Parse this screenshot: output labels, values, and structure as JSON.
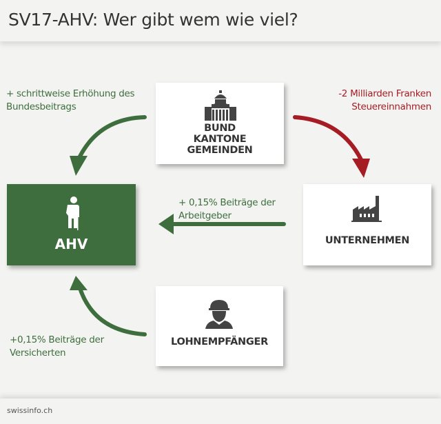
{
  "title": "SV17-AHV: Wer gibt wem wie viel?",
  "boxes": {
    "state": [
      "BUND",
      "KANTONE",
      "GEMEINDEN"
    ],
    "ahv": "AHV",
    "companies": "UNTERNEHMEN",
    "employees": "LOHNEMPFÄNGER"
  },
  "flows": {
    "federal_contribution": [
      "+ schrittweise Erhöhung des",
      "Bundesbeitrags"
    ],
    "tax_loss": [
      "-2 Milliarden Franken",
      "Steuereinnahmen"
    ],
    "employer_contribution": [
      "+ 0,15% Beiträge der",
      "Arbeitgeber"
    ],
    "insured_contribution": [
      "+0,15% Beiträge der",
      "Versicherten"
    ]
  },
  "colors": {
    "green": "#3e6e3e",
    "red": "#a61c24",
    "dark": "#333333"
  },
  "source": "swissinfo.ch"
}
